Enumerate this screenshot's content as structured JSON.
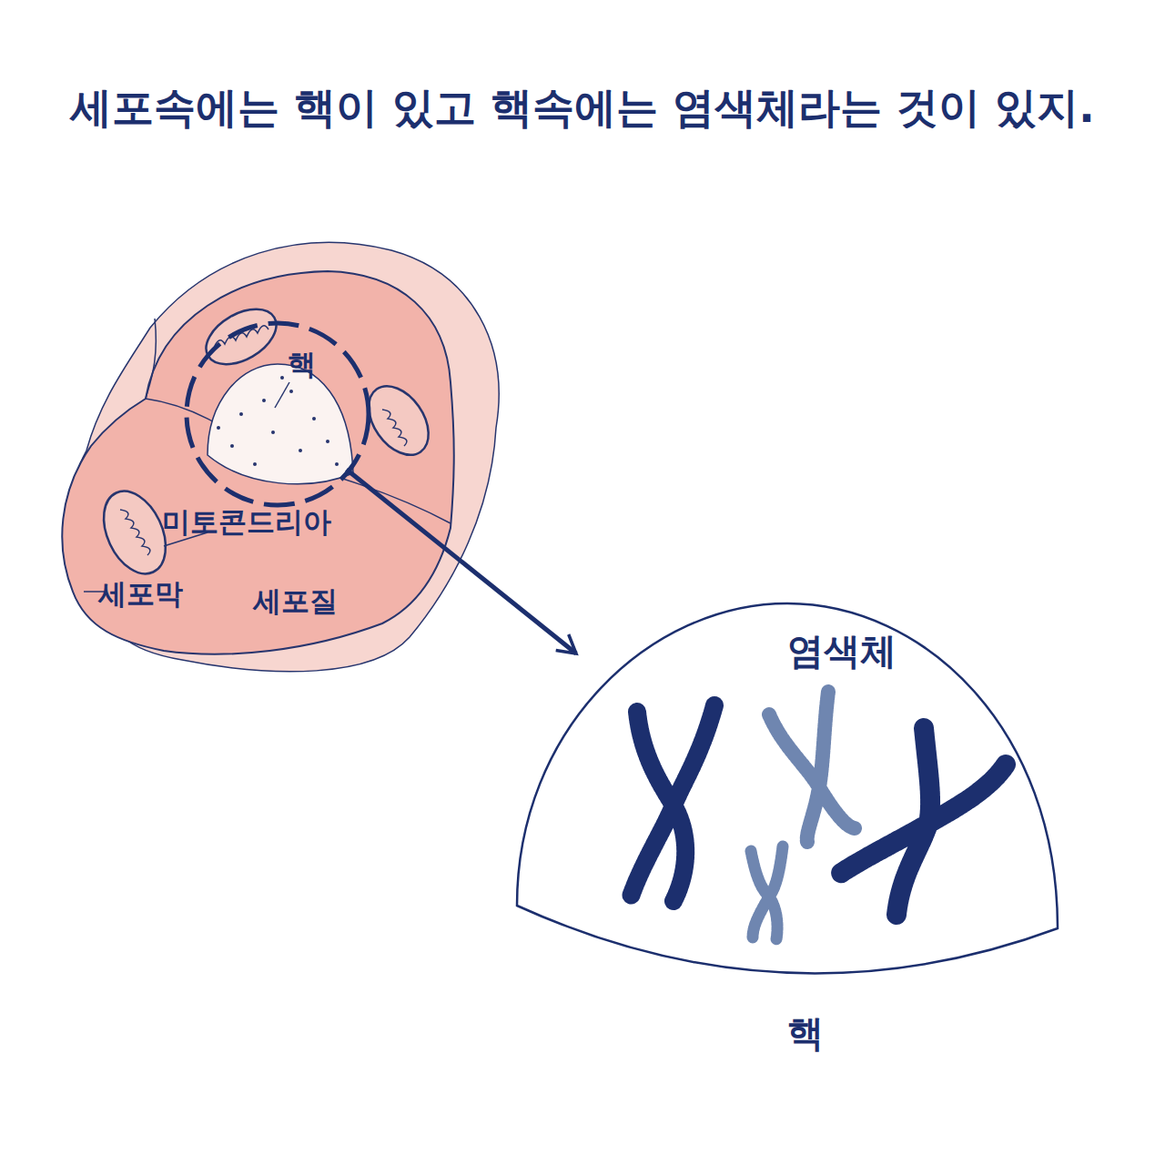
{
  "diagram": {
    "title": "세포속에는 핵이 있고 핵속에는 염색체라는 것이 있지.",
    "nodes": [
      {
        "text": [
          "핵"
        ]
      },
      {
        "text": [
          "염색체",
          "핵"
        ]
      }
    ],
    "edges": [
      {
        "from": 0,
        "to": 1,
        "arrow": "to"
      }
    ],
    "labels": [
      "미토콘드리아",
      "세포막",
      "세포질"
    ]
  }
}
